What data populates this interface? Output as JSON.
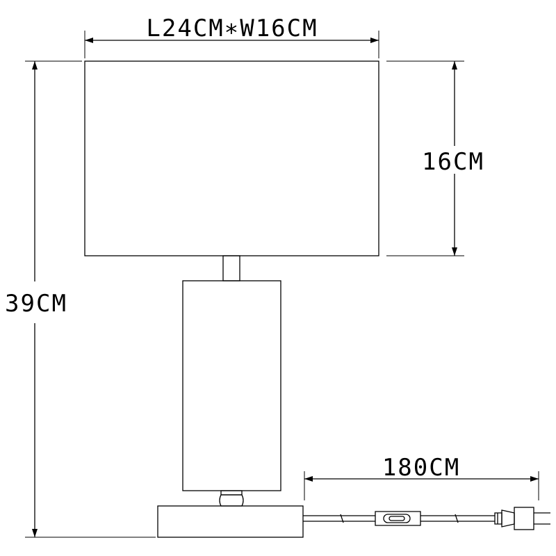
{
  "dimensions": {
    "shade_size": "L24CM∗W16CM",
    "shade_height": "16CM",
    "total_height": "39CM",
    "cord_length": "180CM"
  },
  "colors": {
    "line": "#000000",
    "background": "#ffffff"
  }
}
